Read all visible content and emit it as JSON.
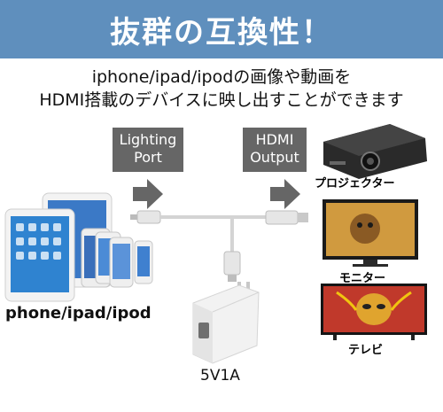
{
  "banner": {
    "title": "抜群の互換性！"
  },
  "subtitle": {
    "line1": "iphone/ipad/ipodの画像や動画を",
    "line2": "HDMI搭載のデバイスに映し出すことができます"
  },
  "labels": {
    "lighting_line1": "Lighting",
    "lighting_line2": "Port",
    "hdmi_line1": "HDMI",
    "hdmi_line2": "Output"
  },
  "outputs": {
    "projector": "プロジェクター",
    "monitor": "モニター",
    "tv": "テレビ"
  },
  "devices_label": "phone/ipad/ipod",
  "power_label": "5V1A",
  "colors": {
    "banner": "#5f8fbd",
    "label_box": "#666666",
    "arrow": "#666666"
  }
}
